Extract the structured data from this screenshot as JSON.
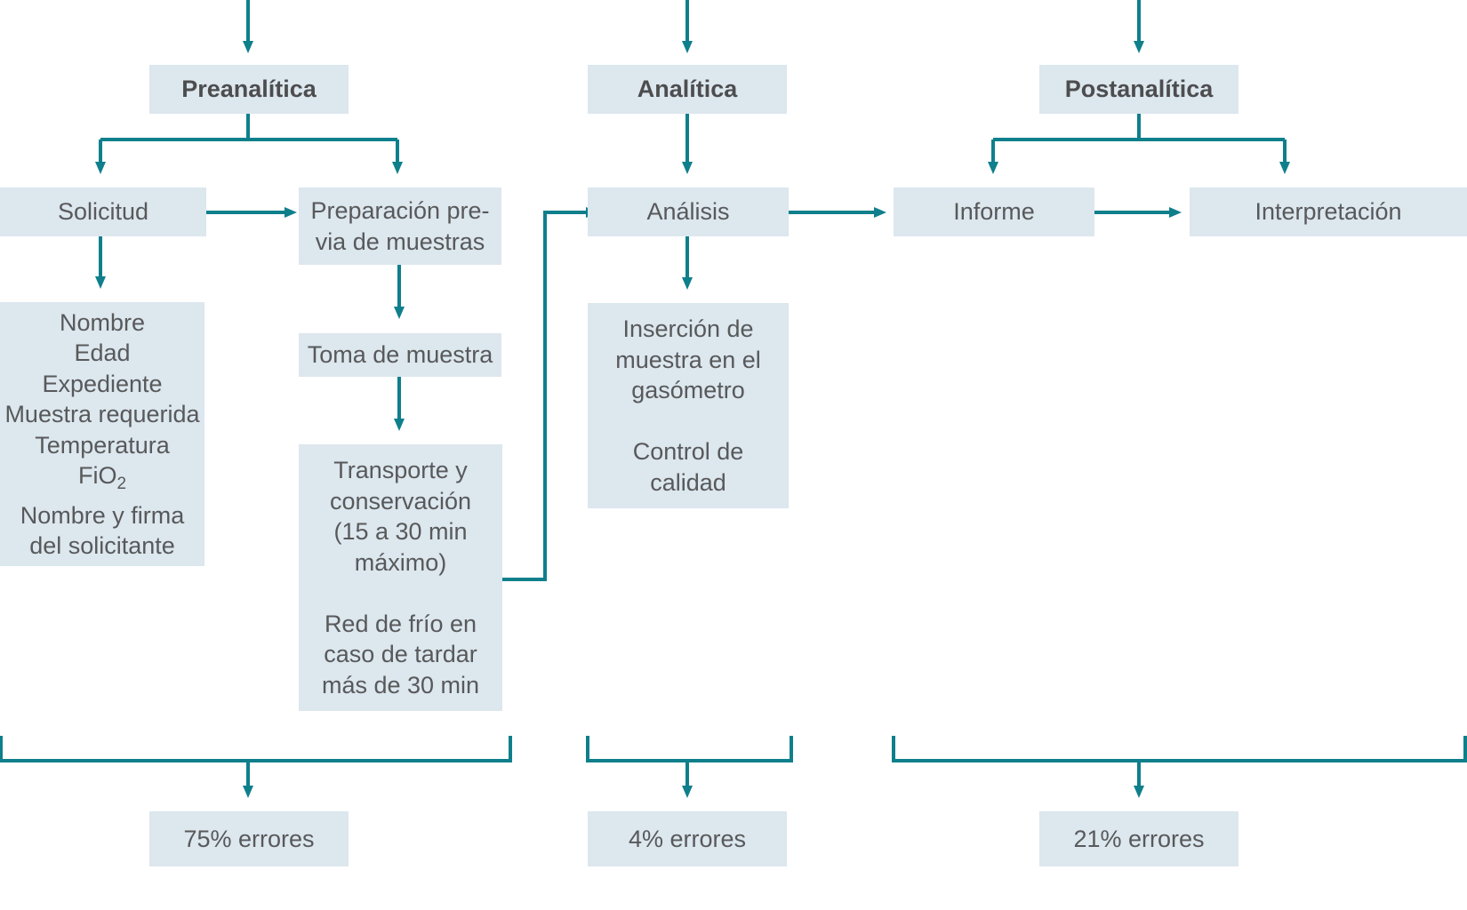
{
  "meta": {
    "title": "Fases del proceso de laboratorio y distribucion de errores",
    "colors": {
      "box_fill": "#dce7ee",
      "connector": "#0f7f8c",
      "text": "#58595b",
      "heading_text": "#4d4d4f",
      "background": "#ffffff"
    }
  },
  "phases": [
    {
      "id": "preanalitica",
      "label": "Preanalítica"
    },
    {
      "id": "analitica",
      "label": "Analítica"
    },
    {
      "id": "postanalitica",
      "label": "Postanalítica"
    }
  ],
  "nodes": {
    "solicitud": "Solicitud",
    "preparacion": "Preparación pre-\nvia de muestras",
    "requisitos_lines": [
      "Nombre",
      "Edad",
      "Expediente",
      "Muestra requerida",
      "Temperatura",
      "FiO2",
      "Nombre y firma",
      "del solicitante"
    ],
    "requisitos_fio2_base": "FiO",
    "requisitos_fio2_sub": "2",
    "toma": "Toma de muestra",
    "transporte": "Transporte y\nconservación\n(15 a 30 min\nmáximo)\n\nRed de frío en\ncaso de tardar\nmás de 30 min",
    "analisis": "Análisis",
    "insercion": "Inserción de\nmuestra en el\ngasómetro\n\nControl de\ncalidad",
    "informe": "Informe",
    "interpretacion": "Interpretación"
  },
  "errors": [
    {
      "id": "preanalitica-errores",
      "label": "75% errores",
      "value": 75
    },
    {
      "id": "analitica-errores",
      "label": "4% errores",
      "value": 4
    },
    {
      "id": "postanalitica-errores",
      "label": "21% errores",
      "value": 21
    }
  ]
}
